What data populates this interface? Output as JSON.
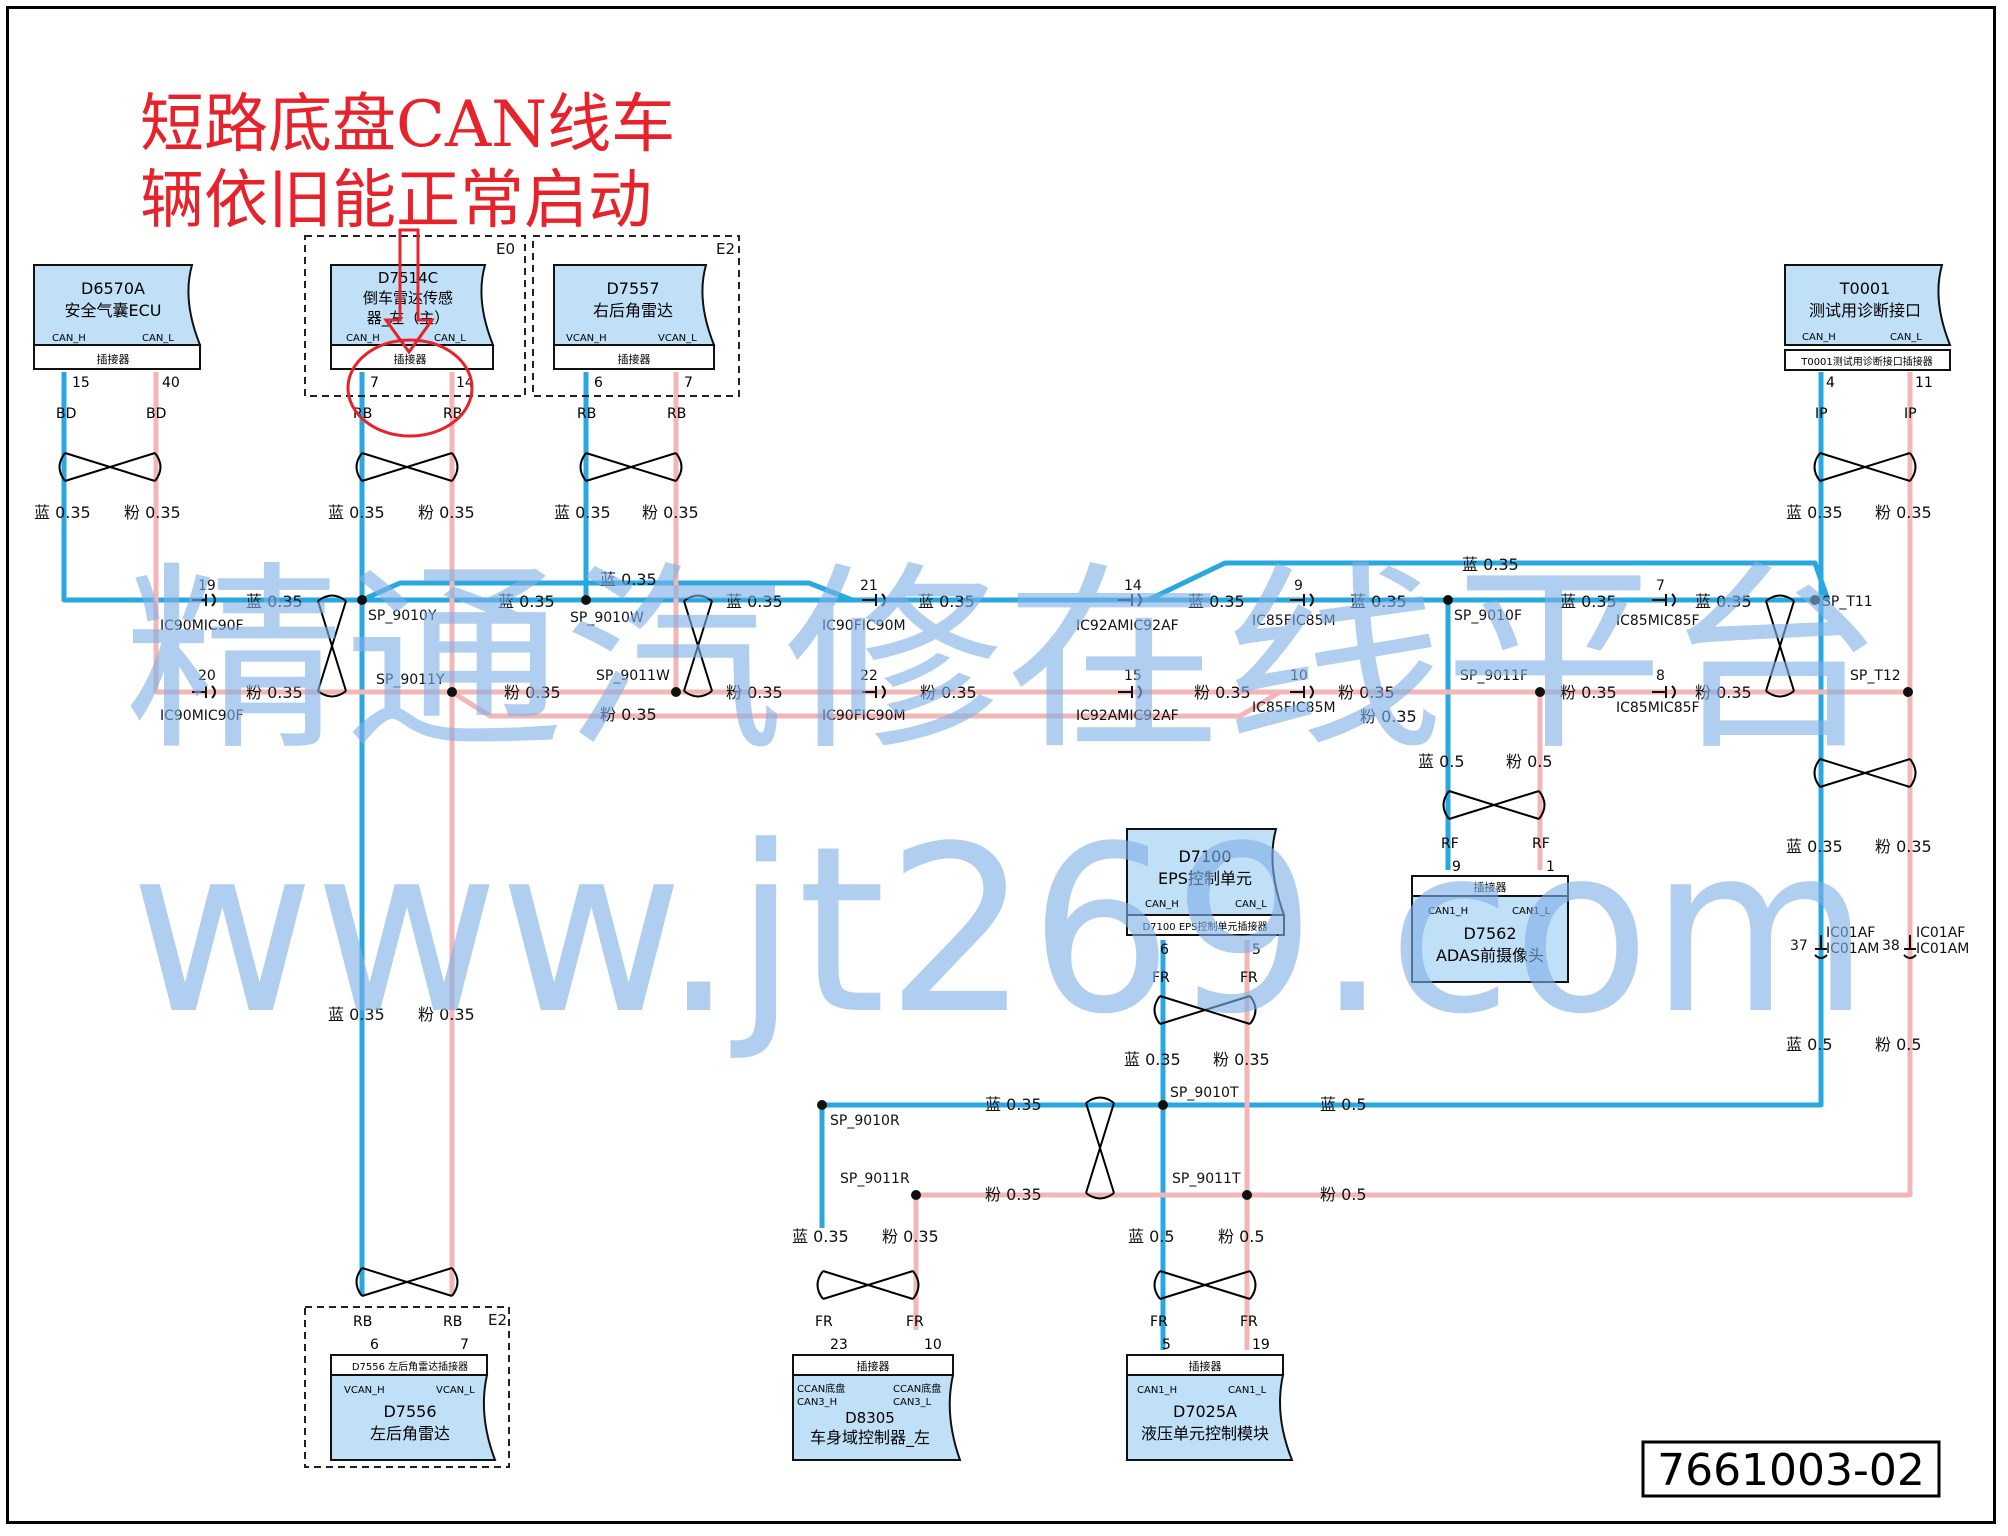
{
  "annotation": {
    "line1": "短路底盘CAN线车",
    "line2": "辆依旧能正常启动"
  },
  "figure_id": "7661003-02",
  "watermark": {
    "line1": "精通汽修在线平台",
    "line2": "www.jt269.com"
  },
  "colors": {
    "can_h": "#29a8e0",
    "can_l": "#f2b6b6",
    "module_fill": "#bfe0f7",
    "annotation": "#e8222a"
  },
  "modules": [
    {
      "id": "D6570A",
      "name": "安全气囊ECU",
      "pin_h": "CAN_H",
      "pin_l": "CAN_L",
      "connector": "插接器",
      "pins": [
        "15",
        "40"
      ],
      "wire": "BD"
    },
    {
      "id": "D7514C",
      "name1": "倒车雷达传感",
      "name2": "器_左（主）",
      "pin_h": "CAN_H",
      "pin_l": "CAN_L",
      "connector": "插接器",
      "pins": [
        "7",
        "14"
      ],
      "wire": "RB",
      "zone": "E0"
    },
    {
      "id": "D7557",
      "name": "右后角雷达",
      "pin_h": "VCAN_H",
      "pin_l": "VCAN_L",
      "connector": "插接器",
      "pins": [
        "6",
        "7"
      ],
      "wire": "RB",
      "zone": "E2"
    },
    {
      "id": "T0001",
      "name": "测试用诊断接口",
      "pin_h": "CAN_H",
      "pin_l": "CAN_L",
      "connector": "T0001测试用诊断接口插接器",
      "pins": [
        "4",
        "11"
      ],
      "wire": "IP"
    },
    {
      "id": "D7100",
      "name": "EPS控制单元",
      "pin_h": "CAN_H",
      "pin_l": "CAN_L",
      "connector": "D7100 EPS控制单元插接器",
      "pins": [
        "6",
        "5"
      ],
      "wire": "FR"
    },
    {
      "id": "D7562",
      "name": "ADAS前摄像头",
      "pin_h": "CAN1_H",
      "pin_l": "CAN1_L",
      "connector": "插接器",
      "pins": [
        "9",
        "1"
      ],
      "wire": "RF"
    },
    {
      "id": "D7556",
      "name": "左后角雷达",
      "pin_h": "VCAN_H",
      "pin_l": "VCAN_L",
      "connector": "D7556 左后角雷达插接器",
      "pins": [
        "6",
        "7"
      ],
      "wire": "RB",
      "zone": "E2"
    },
    {
      "id": "D8305",
      "name": "车身域控制器_左",
      "pin_h": "CCAN底盘",
      "pin_h2": "CAN3_H",
      "pin_l": "CCAN底盘",
      "pin_l2": "CAN3_L",
      "connector": "插接器",
      "pins": [
        "23",
        "10"
      ],
      "wire": "FR"
    },
    {
      "id": "D7025A",
      "name": "液压单元控制模块",
      "pin_h": "CAN1_H",
      "pin_l": "CAN1_L",
      "connector": "插接器",
      "pins": [
        "5",
        "19"
      ],
      "wire": "FR"
    }
  ],
  "wire_labels": {
    "blue_035": "蓝 0.35",
    "pink_035": "粉 0.35",
    "blue_05": "蓝 0.5",
    "pink_05": "粉 0.5"
  },
  "splices": {
    "sp9010y": "SP_9010Y",
    "sp9011y": "SP_9011Y",
    "sp9010w": "SP_9010W",
    "sp9011w": "SP_9011W",
    "sp9010f": "SP_9010F",
    "sp9011f": "SP_9011F",
    "spt11": "SP_T11",
    "spt12": "SP_T12",
    "sp9010r": "SP_9010R",
    "sp9011r": "SP_9011R",
    "sp9010t": "SP_9010T",
    "sp9011t": "SP_9011T"
  },
  "inline_connectors": {
    "ic90": "IC90MIC90F",
    "ic90b": "IC90MIC90F",
    "ic90c": "IC90FIC90M",
    "ic92": "IC92AMIC92AF",
    "ic85": "IC85FIC85M",
    "ic85b": "IC85MIC85F",
    "ic01af": "IC01AF",
    "ic01am": "IC01AM",
    "n19": "19",
    "n20": "20",
    "n21": "21",
    "n22": "22",
    "n14": "14",
    "n15": "15",
    "n9": "9",
    "n10": "10",
    "n7": "7",
    "n8": "8",
    "n37": "37",
    "n38": "38"
  }
}
